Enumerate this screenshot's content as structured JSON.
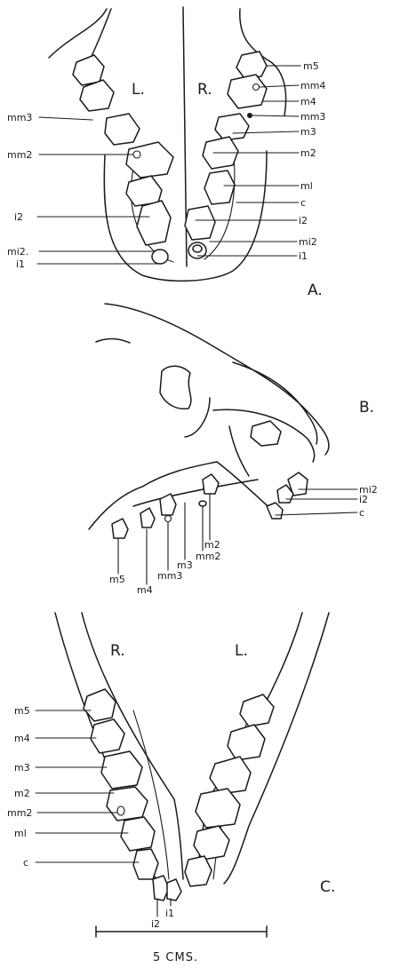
{
  "panels": {
    "a": {
      "letter": "A.",
      "side_left": "L.",
      "side_right": "R.",
      "labels": {
        "m5": "m5",
        "mm4": "mm4",
        "m4": "m4",
        "mm3_right": "mm3",
        "m3": "m3",
        "m2": "m2",
        "m1": "ml",
        "c": "c",
        "i2_right": "i2",
        "mi2_right": "mi2",
        "i1_right": "i1",
        "mm3_left": "mm3",
        "mm2": "mm2",
        "i2_left": "i2",
        "mi2_left": "mi2.",
        "i1_left": "i1"
      }
    },
    "b": {
      "letter": "B.",
      "labels": {
        "mi2": "mi2",
        "i2": "i2",
        "c": "c",
        "m2": "m2",
        "mm2": "mm2",
        "m3": "m3",
        "mm3": "mm3",
        "m4": "m4",
        "m5": "m5"
      }
    },
    "c": {
      "letter": "C.",
      "side_left": "R.",
      "side_right": "L.",
      "labels": {
        "m5": "m5",
        "m4": "m4",
        "m3": "m3",
        "m2": "m2",
        "mm2": "mm2",
        "m1": "ml",
        "c": "c",
        "i2": "i2",
        "i1": "i1"
      }
    }
  },
  "scale_bar": {
    "label": "5 CMS."
  }
}
